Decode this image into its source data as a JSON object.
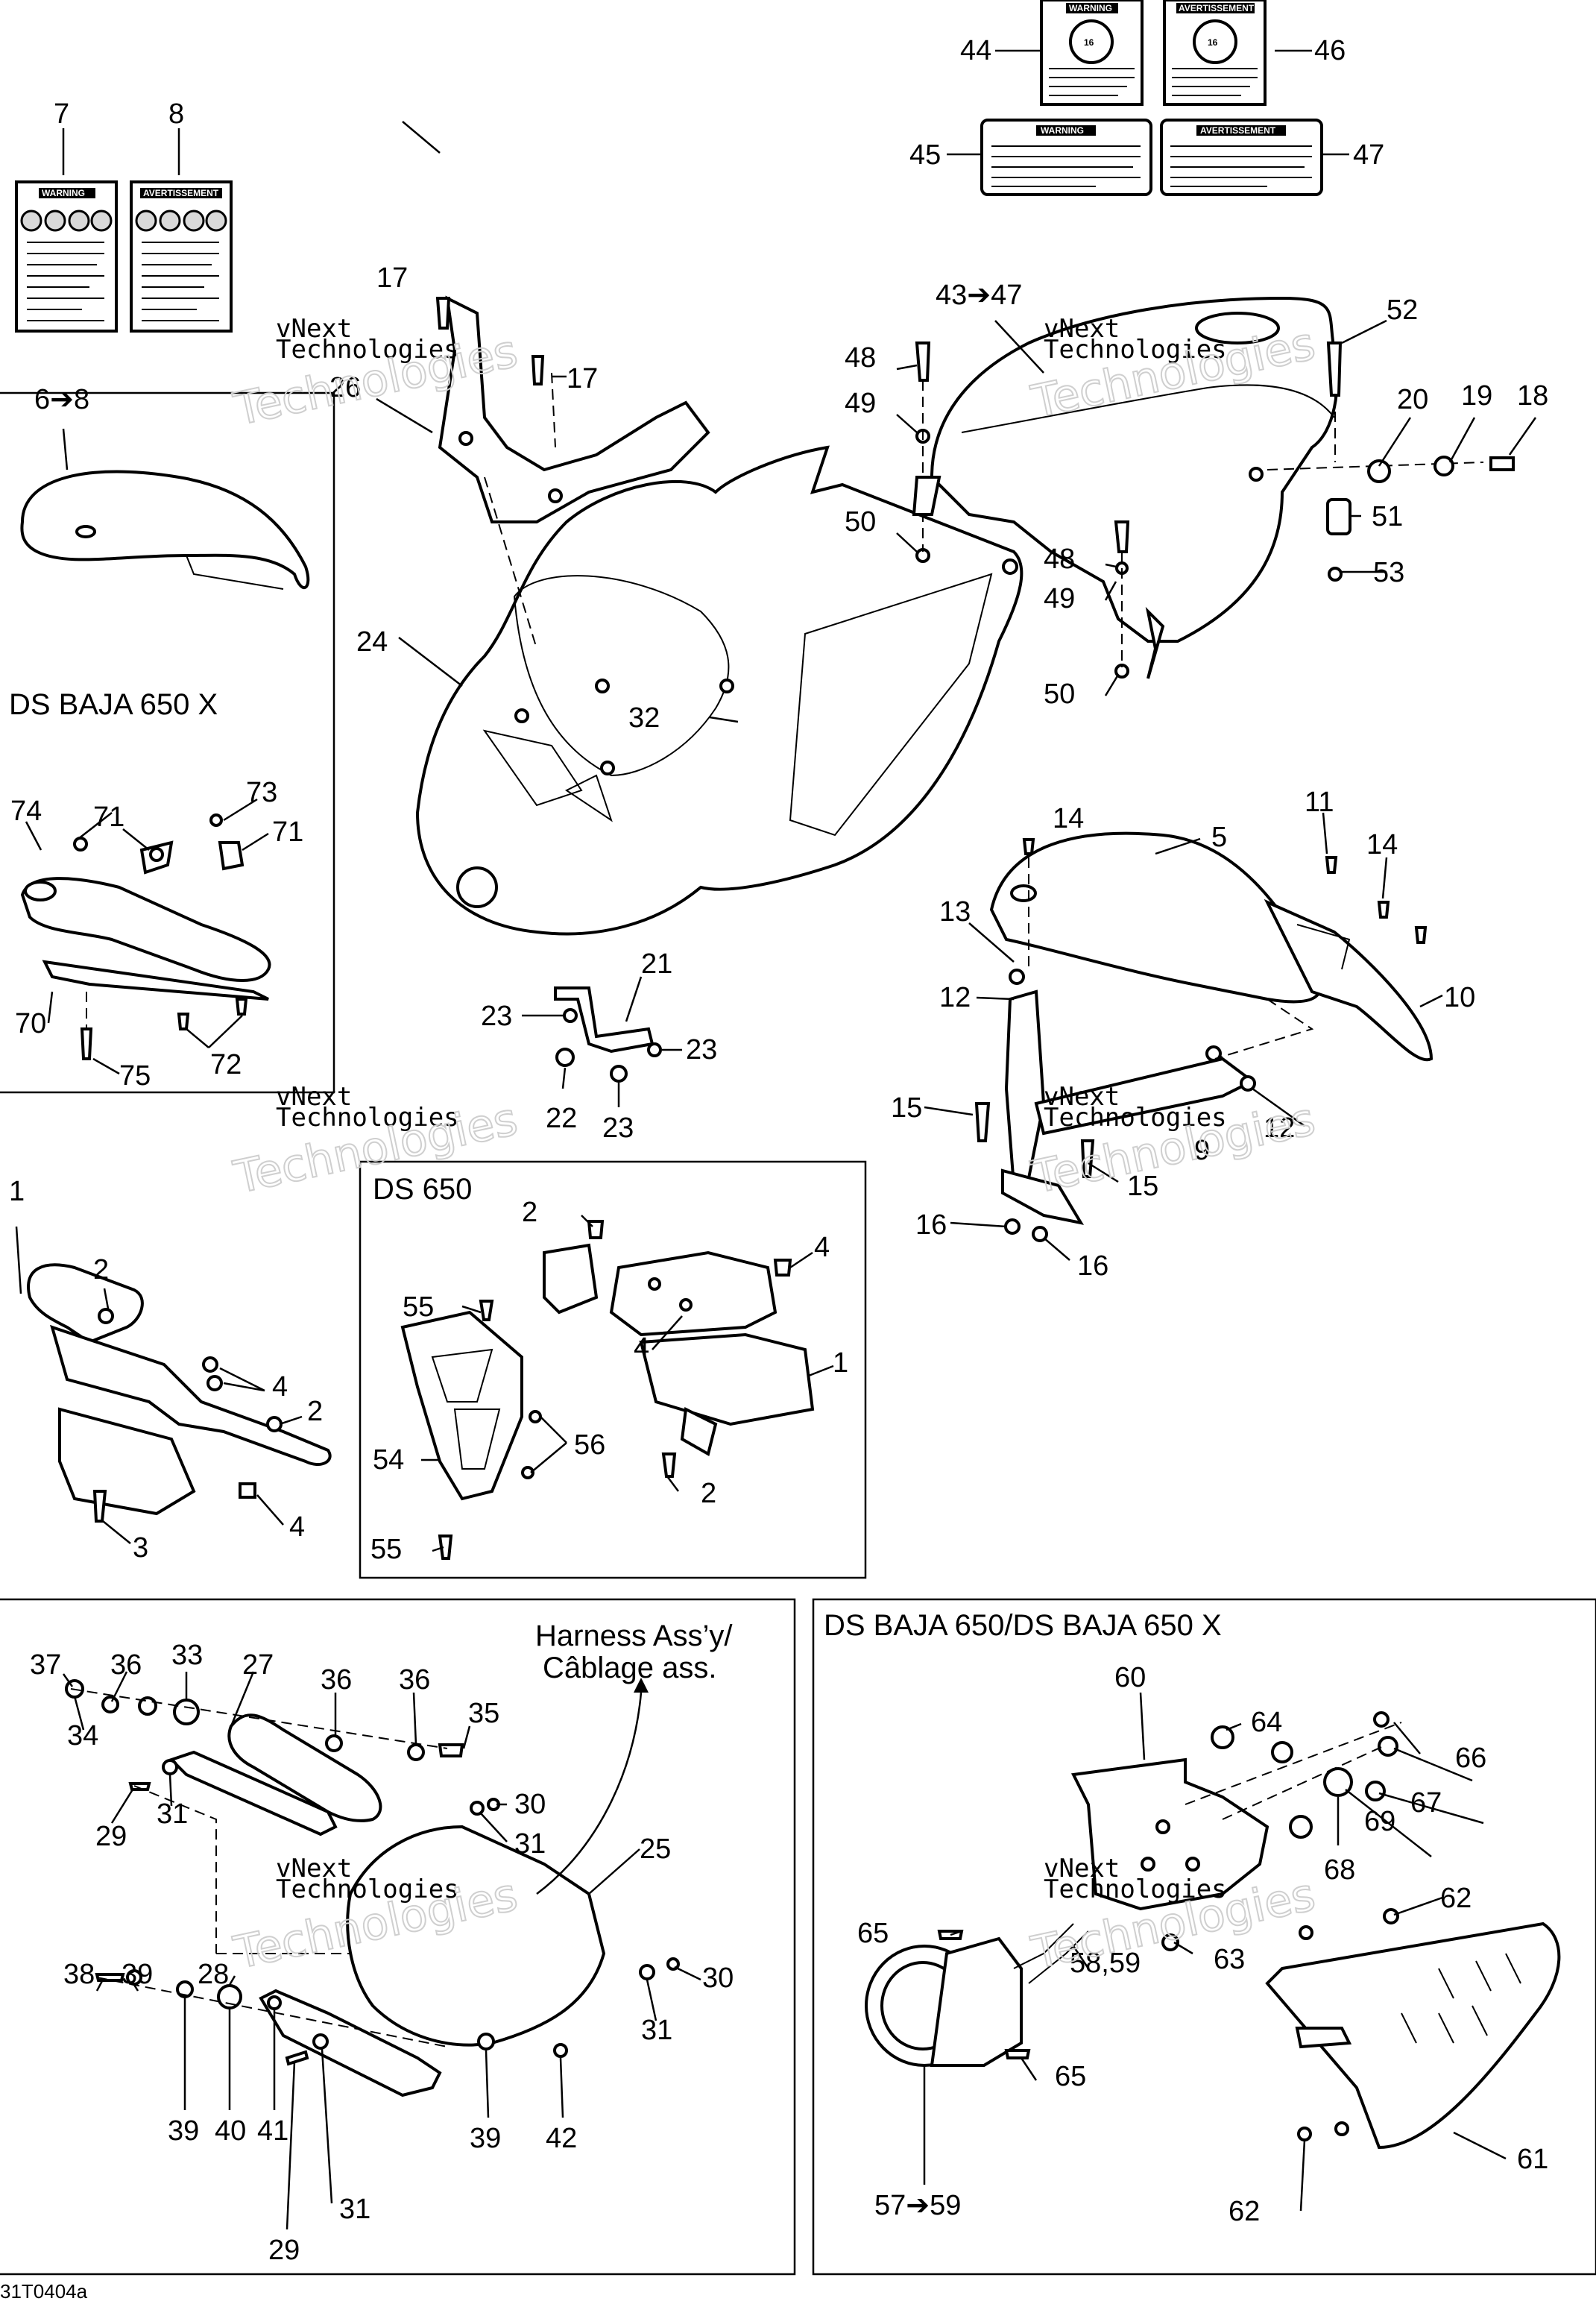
{
  "callouts": {
    "c1": "1",
    "c1b": "1",
    "c2": "2",
    "c2b": "2",
    "c2c": "2",
    "c2d": "2",
    "c3": "3",
    "c4": "4",
    "c4b": "4",
    "c4c": "4",
    "c4d": "4",
    "c5": "5",
    "c6": "6➔8",
    "c7": "7",
    "c8": "8",
    "c9": "9",
    "c10": "10",
    "c11": "11",
    "c12": "12",
    "c12b": "12",
    "c13": "13",
    "c14": "14",
    "c14b": "14",
    "c15": "15",
    "c15b": "15",
    "c16": "16",
    "c16b": "16",
    "c17": "17",
    "c17b": "17",
    "c18": "18",
    "c19": "19",
    "c20": "20",
    "c21": "21",
    "c22": "22",
    "c23": "23",
    "c23b": "23",
    "c23c": "23",
    "c24": "24",
    "c25": "25",
    "c26": "26",
    "c27": "27",
    "c28": "28",
    "c29": "29",
    "c29b": "29",
    "c30": "30",
    "c30b": "30",
    "c31": "31",
    "c31b": "31",
    "c31c": "31",
    "c31d": "31",
    "c32": "32",
    "c33": "33",
    "c34": "34",
    "c35": "35",
    "c36": "36",
    "c36b": "36",
    "c36c": "36",
    "c37": "37",
    "c38": "38",
    "c39": "39",
    "c39b": "39",
    "c39c": "39",
    "c40": "40",
    "c41": "41",
    "c42": "42",
    "c43": "43➔47",
    "c44": "44",
    "c45": "45",
    "c46": "46",
    "c47": "47",
    "c48": "48",
    "c48b": "48",
    "c49": "49",
    "c49b": "49",
    "c50": "50",
    "c50b": "50",
    "c51": "51",
    "c52": "52",
    "c53": "53",
    "c54": "54",
    "c55": "55",
    "c55b": "55",
    "c56": "56",
    "c57": "57➔59",
    "c58": "58,59",
    "c60": "60",
    "c61": "61",
    "c62": "62",
    "c62b": "62",
    "c63": "63",
    "c64": "64",
    "c65": "65",
    "c65b": "65",
    "c66": "66",
    "c67": "67",
    "c68": "68",
    "c69": "69",
    "c70": "70",
    "c71": "71",
    "c71b": "71",
    "c72": "72",
    "c73": "73",
    "c74": "74",
    "c75": "75"
  },
  "sections": {
    "baja_x": "DS BAJA 650 X",
    "ds650": "DS 650",
    "baja_both": "DS BAJA 650/DS BAJA 650 X",
    "harness_line1": "Harness Ass’y/",
    "harness_line2": "Câblage ass."
  },
  "labels": {
    "warning": "WARNING",
    "avertissement": "AVERTISSEMENT"
  },
  "watermark": {
    "line1": "vNext",
    "line2": "Technologies"
  },
  "footer": {
    "code": "31T0404a"
  }
}
